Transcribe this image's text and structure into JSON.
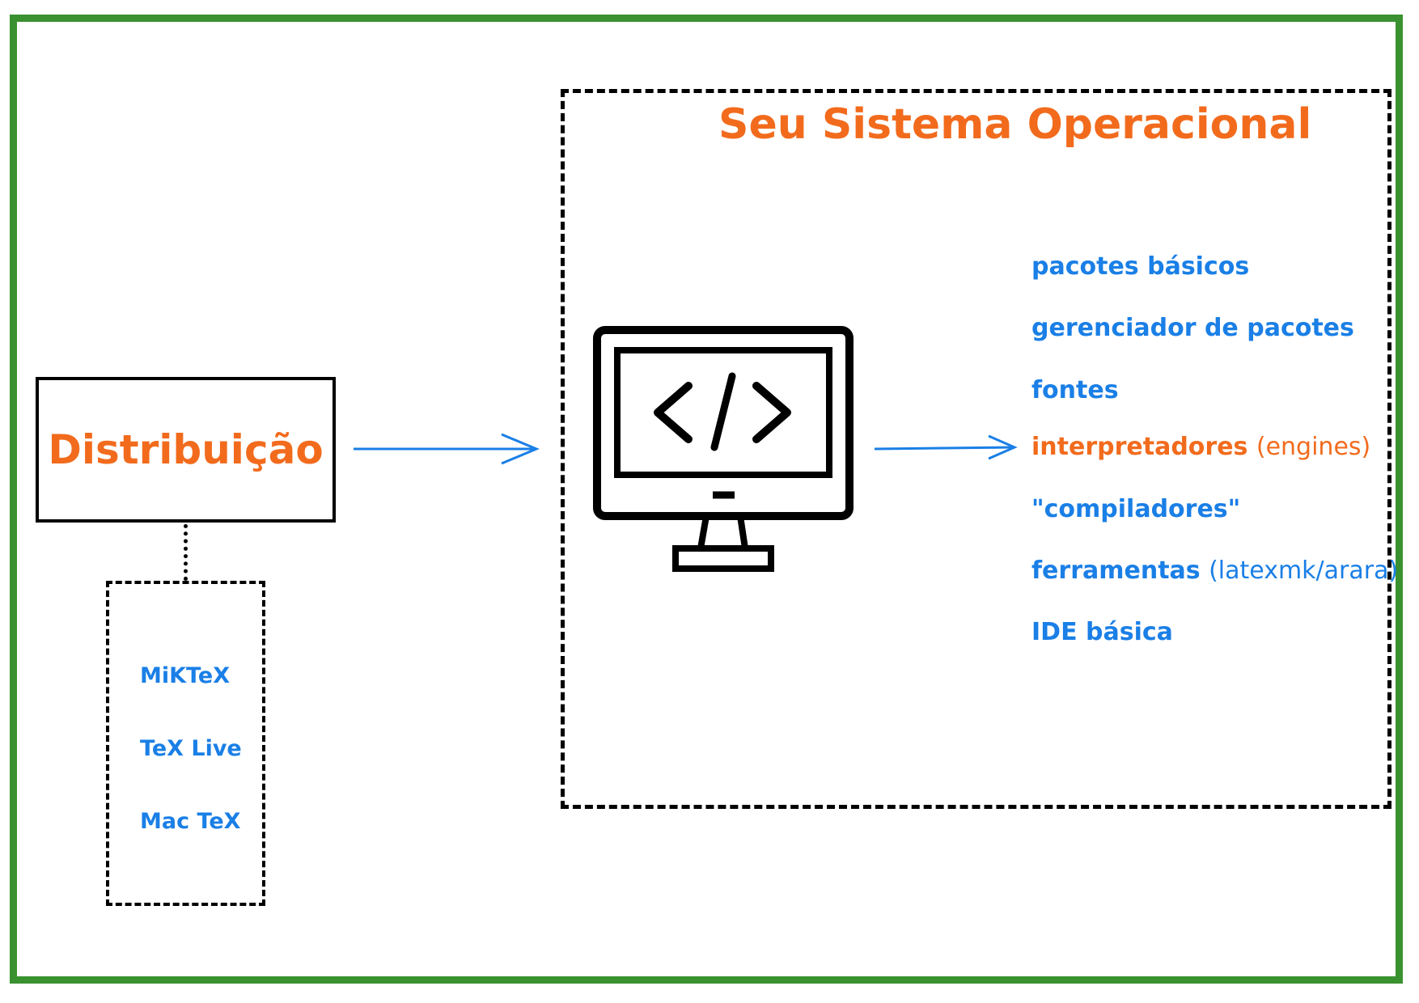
{
  "distribution": {
    "title": "Distribuição",
    "items": [
      "MiKTeX",
      "TeX Live",
      "Mac TeX"
    ]
  },
  "system": {
    "title": "Seu Sistema Operacional",
    "icon": "computer-code-icon",
    "features": [
      {
        "label": "pacotes básicos",
        "note": ""
      },
      {
        "label": "gerenciador de pacotes",
        "note": ""
      },
      {
        "label": "fontes",
        "note": ""
      },
      {
        "label": "interpretadores",
        "note": "(engines)"
      },
      {
        "label": "\"compiladores\"",
        "note": ""
      },
      {
        "label": "ferramentas",
        "note": "(latexmk/arara)"
      },
      {
        "label": "IDE básica",
        "note": ""
      }
    ]
  },
  "colors": {
    "frame": "#3a9130",
    "accent_orange": "#f26b1d",
    "accent_blue": "#1a7fe6",
    "line": "#000000"
  }
}
